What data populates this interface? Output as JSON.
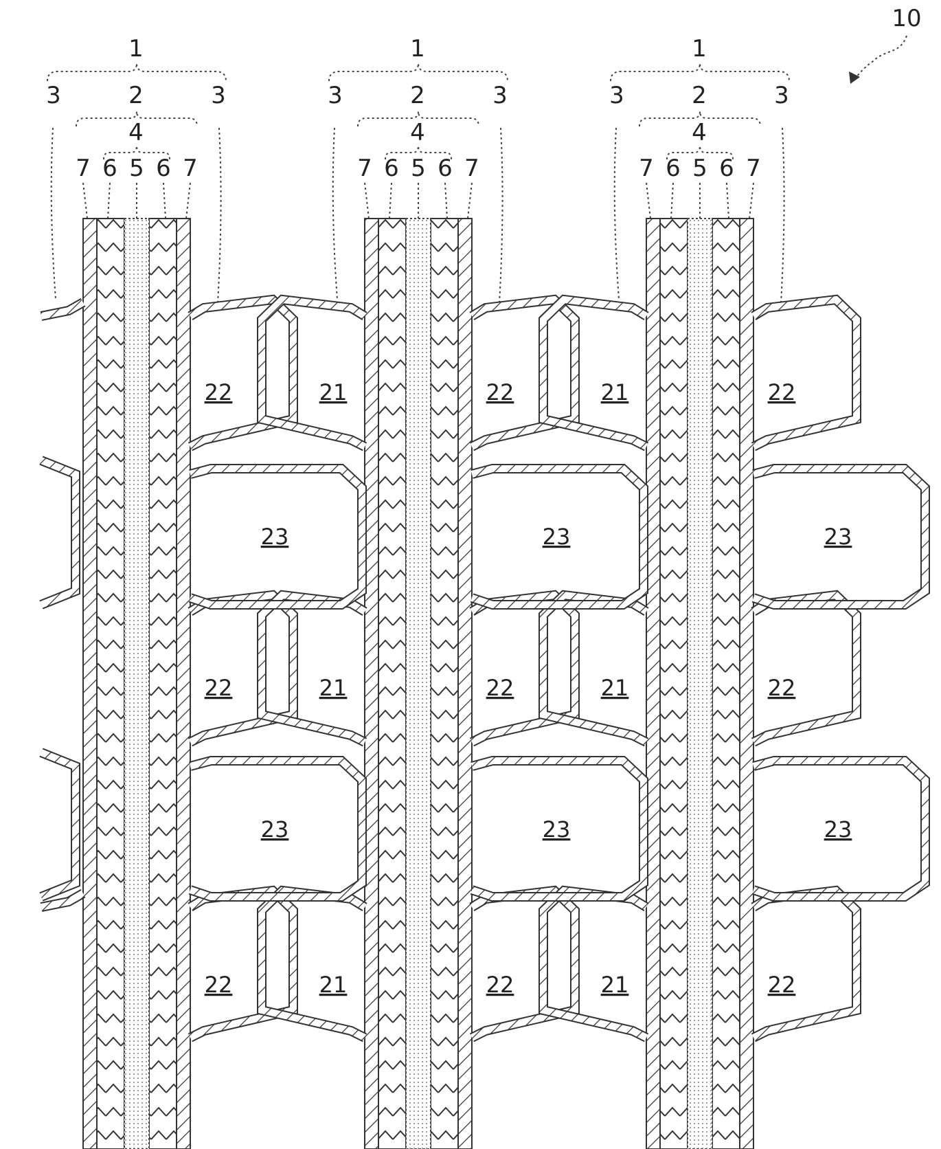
{
  "figure_ref": "10",
  "columns": [
    {
      "top": "1",
      "mid": "2",
      "mid_sides": [
        "3",
        "3"
      ],
      "inner": "4",
      "layers": [
        "7",
        "6",
        "5",
        "6",
        "7"
      ]
    },
    {
      "top": "1",
      "mid": "2",
      "mid_sides": [
        "3",
        "3"
      ],
      "inner": "4",
      "layers": [
        "7",
        "6",
        "5",
        "6",
        "7"
      ]
    },
    {
      "top": "1",
      "mid": "2",
      "mid_sides": [
        "3",
        "3"
      ],
      "inner": "4",
      "layers": [
        "7",
        "6",
        "5",
        "6",
        "7"
      ]
    }
  ],
  "regions": {
    "r22": "22",
    "r21": "21",
    "r23": "23"
  }
}
